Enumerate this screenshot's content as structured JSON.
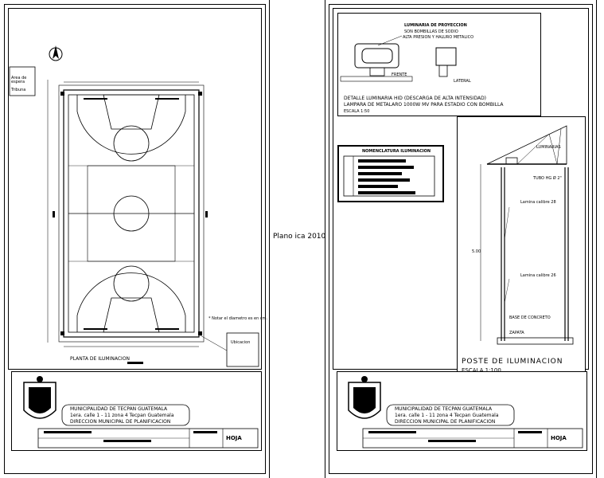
{
  "center_label": "Plano ica 2010",
  "left_sheet": {
    "court_title": "PLANTA DE ILUMINACION",
    "note": "* Notar el diametro es en cm.",
    "side_box_label": "Ubicacion",
    "left_box_label": "Area de espera",
    "left_box_sub": "Tribuna",
    "footer": {
      "line1": "MUNICIPALIDAD DE TECPAN GUATEMALA",
      "line2": "1era. calle 1 - 11 zona 4 Tecpan Guatemala",
      "line3": "DIRECCION MUNICIPAL DE PLANIFICACION",
      "sheet_label": "HOJA"
    }
  },
  "right_sheet": {
    "luminaire_title": "LUMINARIA DE PROYECCION",
    "luminaire_sub1": "SON BOMBILLAS DE SODIO",
    "luminaire_sub2": "ALTA PRESION Y HALURO METALICO",
    "front_label": "FRENTE",
    "side_label": "LATERAL",
    "detail_line1": "DETALLE LUMINARIA HID (DESCARGA DE ALTA INTENSIDAD)",
    "detail_line2": "LAMPARA DE METALARO 1000W MV PARA ESTADIO CON BOMBILLA",
    "detail_scale": "ESCALA 1:50",
    "legend_title": "NOMENCLATURA ILUMINACION",
    "pole_title": "POSTE DE ILUMINACION",
    "pole_scale": "ESCALA   1:100",
    "pole_top_label": "LUMINARIAS",
    "pole_tube_label": "TUBO HG Ø 2\"",
    "pole_note1": "Lamina calibre 28",
    "pole_note2": "Lamina calibre 26",
    "pole_base": "BASE DE CONCRETO",
    "pole_base2": "ZAPATA",
    "pole_height": "5.00",
    "footer": {
      "line1": "MUNICIPALIDAD DE TECPAN GUATEMALA",
      "line2": "1era. calle 1 - 11 zona 4 Tecpan Guatemala",
      "line3": "DIRECCION MUNICIPAL DE PLANIFICACION",
      "sheet_label": "HOJA"
    }
  }
}
